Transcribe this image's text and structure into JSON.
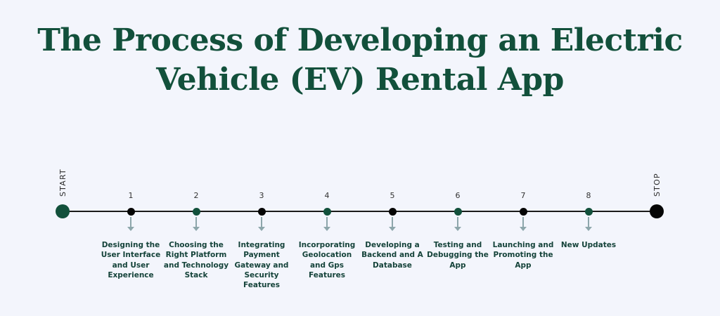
{
  "title": {
    "line1": "The Process of Developing an Electric",
    "line2": "Vehicle (EV) Rental App"
  },
  "start_label": "START",
  "stop_label": "STOP",
  "colors": {
    "green": "#12503b",
    "black": "#050505",
    "arrow": "#8da6ab",
    "text": "#15433a"
  },
  "steps": [
    {
      "number": "1",
      "text": "Designing the User Interface and User Experience",
      "dot": "black"
    },
    {
      "number": "2",
      "text": "Choosing the Right Platform and Technology Stack",
      "dot": "green"
    },
    {
      "number": "3",
      "text": "Integrating Payment Gateway and Security Features",
      "dot": "black"
    },
    {
      "number": "4",
      "text": "Incorporating Geolocation and Gps Features",
      "dot": "green"
    },
    {
      "number": "5",
      "text": "Developing a Backend and A Database",
      "dot": "black"
    },
    {
      "number": "6",
      "text": "Testing and Debugging the App",
      "dot": "green"
    },
    {
      "number": "7",
      "text": "Launching and Promoting the App",
      "dot": "black"
    },
    {
      "number": "8",
      "text": "New Updates",
      "dot": "green"
    }
  ]
}
